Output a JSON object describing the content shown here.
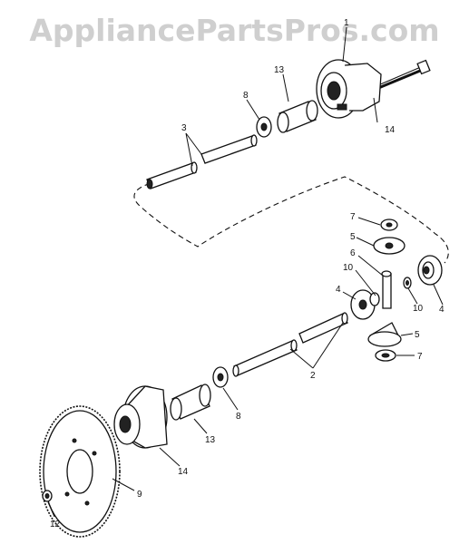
{
  "watermark": "AppliancePartsPros.com",
  "callouts": {
    "c1": "1",
    "c13a": "13",
    "c8a": "8",
    "c14a": "14",
    "c3": "3",
    "c7a": "7",
    "c5a": "5",
    "c6": "6",
    "c10a": "10",
    "c10b": "10",
    "c4a": "4",
    "c4b": "4",
    "c5b": "5",
    "c7b": "7",
    "c2": "2",
    "c8b": "8",
    "c13b": "13",
    "c14b": "14",
    "c9": "9",
    "c12": "12"
  }
}
